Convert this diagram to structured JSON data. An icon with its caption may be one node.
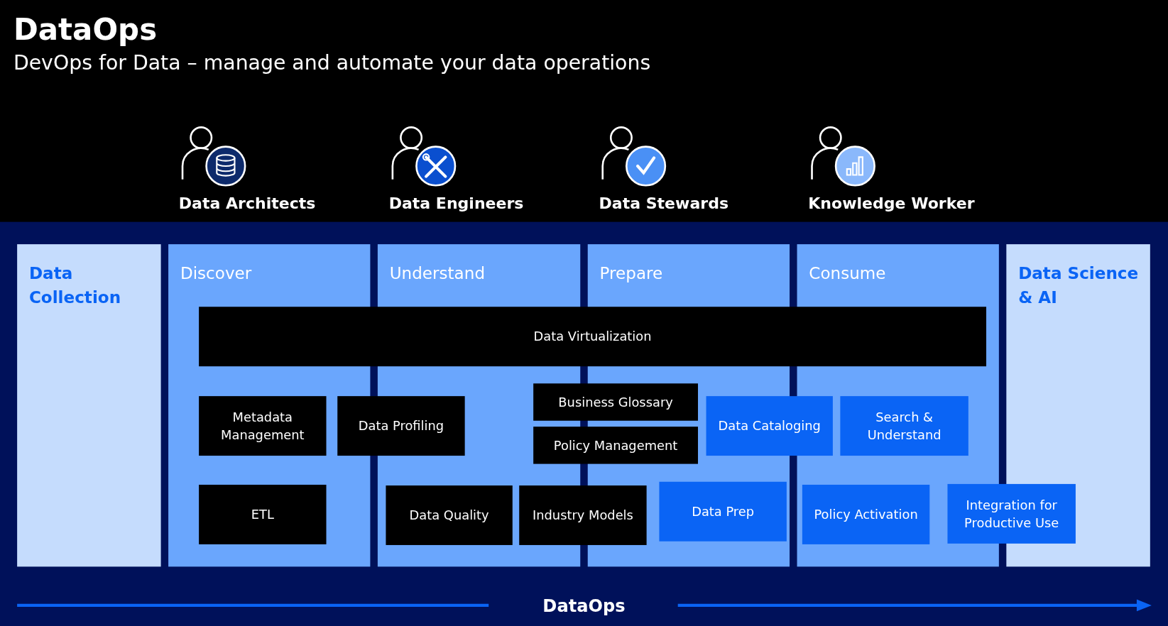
{
  "diagram": {
    "title": "DataOps",
    "nodes": [
      {
        "text": [
          "Data Architects"
        ]
      },
      {
        "text": [
          "Data Engineers"
        ]
      },
      {
        "text": [
          "Data Stewards"
        ]
      },
      {
        "text": [
          "Knowledge Worker"
        ]
      },
      {
        "text": [
          "Data Collection"
        ]
      },
      {
        "text": [
          "Discover"
        ]
      },
      {
        "text": [
          "Understand"
        ]
      },
      {
        "text": [
          "Prepare"
        ]
      },
      {
        "text": [
          "Consume"
        ]
      },
      {
        "text": [
          "Data Science & AI"
        ]
      },
      {
        "text": [
          "Data Virtualization"
        ]
      },
      {
        "text": [
          "Metadata Management"
        ],
        "in": 5
      },
      {
        "text": [
          "Data Profiling"
        ]
      },
      {
        "text": [
          "Business Glossary"
        ]
      },
      {
        "text": [
          "Policy Management"
        ]
      },
      {
        "text": [
          "Data Cataloging"
        ]
      },
      {
        "text": [
          "Search & Understand"
        ],
        "in": 8
      },
      {
        "text": [
          "ETL"
        ],
        "in": 5
      },
      {
        "text": [
          "Data Quality"
        ],
        "in": 6
      },
      {
        "text": [
          "Industry Models"
        ]
      },
      {
        "text": [
          "Data Prep"
        ],
        "in": 7
      },
      {
        "text": [
          "Policy Activation"
        ],
        "in": 8
      },
      {
        "text": [
          "Integration for Productive Use"
        ]
      }
    ],
    "labels": [
      "DevOps for Data – manage and automate your data operations",
      "DataOps"
    ]
  }
}
